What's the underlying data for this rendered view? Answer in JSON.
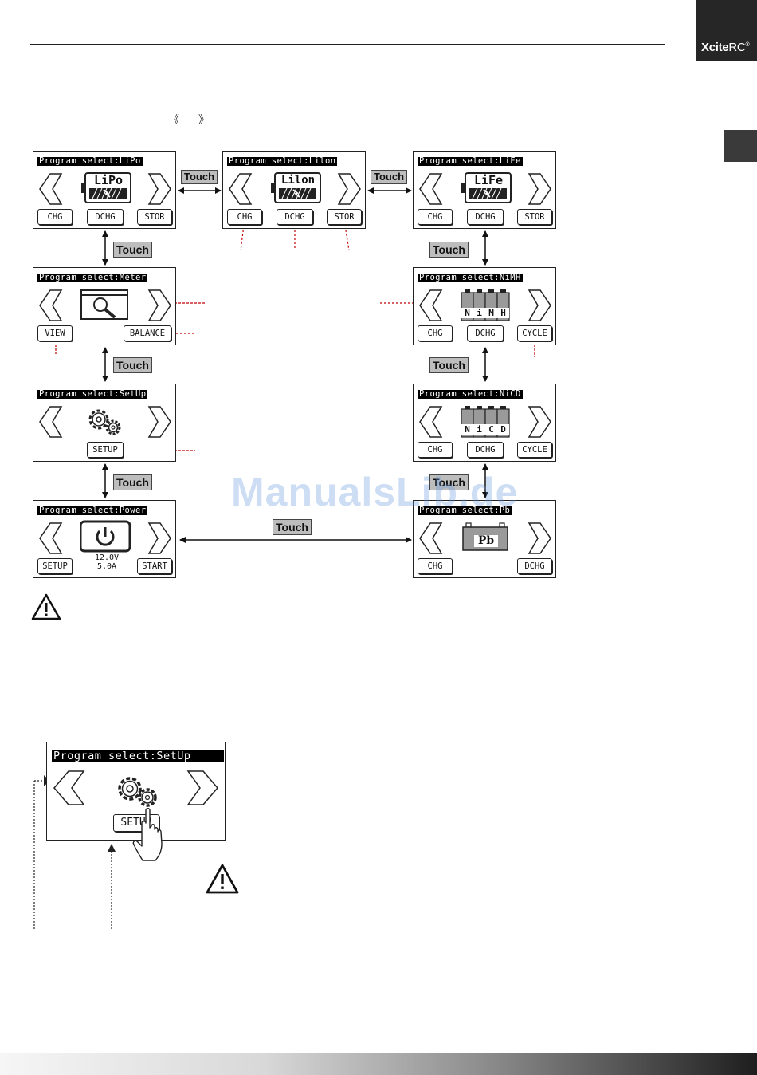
{
  "brand": {
    "logo_bold": "Xcite",
    "logo_rest": "RC",
    "logo_mark": "®"
  },
  "chevrons": {
    "left": "《",
    "right": "》"
  },
  "screens": {
    "lipo": {
      "title": "Program select:LiPo",
      "icon_label": "LiPo",
      "buttons": [
        "CHG",
        "DCHG",
        "STOR"
      ]
    },
    "lilon": {
      "title": "Program select:Lilon",
      "icon_label": "Lilon",
      "buttons": [
        "CHG",
        "DCHG",
        "STOR"
      ]
    },
    "life": {
      "title": "Program select:LiFe",
      "icon_label": "LiFe",
      "buttons": [
        "CHG",
        "DCHG",
        "STOR"
      ]
    },
    "meter": {
      "title": "Program select:Meter",
      "buttons": [
        "VIEW",
        "BALANCE"
      ]
    },
    "nimh": {
      "title": "Program select:NiMH",
      "icon_letters": [
        "N",
        "i",
        "M",
        "H"
      ],
      "buttons": [
        "CHG",
        "DCHG",
        "CYCLE"
      ]
    },
    "setup": {
      "title": "Program select:SetUp",
      "buttons": [
        "SETUP"
      ]
    },
    "nicd": {
      "title": "Program select:NiCD",
      "icon_letters": [
        "N",
        "i",
        "C",
        "D"
      ],
      "buttons": [
        "CHG",
        "DCHG",
        "CYCLE"
      ]
    },
    "power": {
      "title": "Program select:Power",
      "buttons": [
        "SETUP",
        "START"
      ],
      "voltage": "12.0V",
      "current": "5.0A"
    },
    "pb": {
      "title": "Program select:Pb",
      "icon_label": "Pb",
      "buttons": [
        "CHG",
        "DCHG"
      ]
    }
  },
  "touch_label": "Touch",
  "large_screen": {
    "title": "Program select:SetUp",
    "button": "SETUP"
  },
  "watermark": "ManualsLib.de",
  "colors": {
    "dashed_leader": "#c00000",
    "touch_bg": "#bdbdbd",
    "dark_tab": "#262626"
  }
}
